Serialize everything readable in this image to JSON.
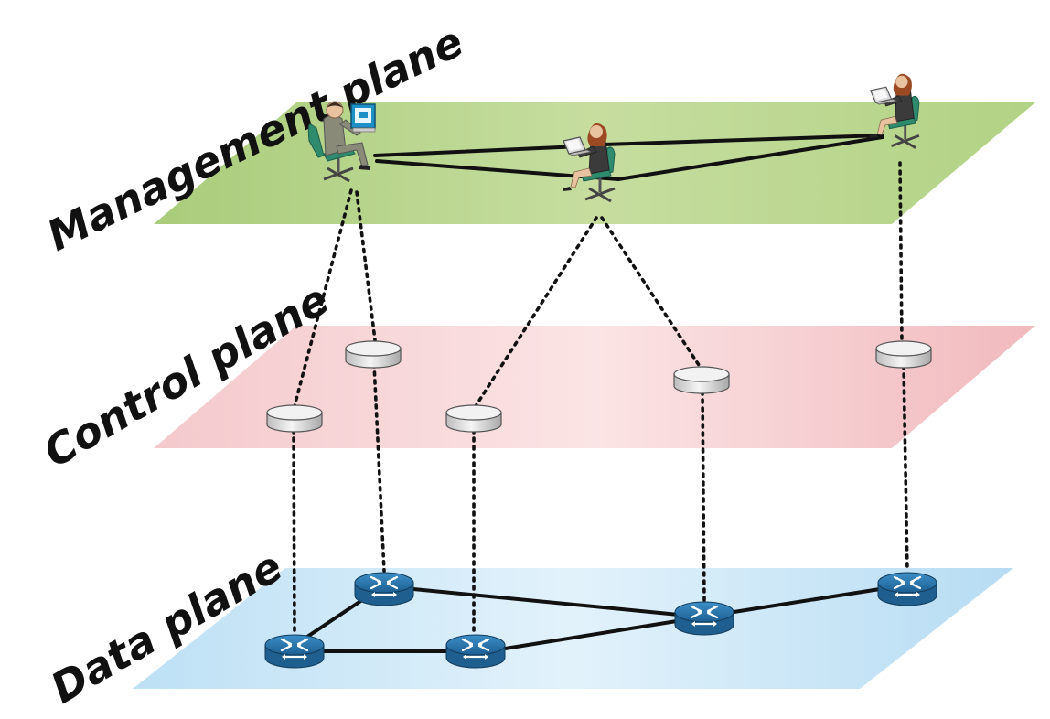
{
  "planes": {
    "management": {
      "label": "Management plane",
      "color": "#b9d48c"
    },
    "control": {
      "label": "Control plane",
      "color": "#f2c0c4"
    },
    "data": {
      "label": "Data plane",
      "color": "#c4e2f6"
    }
  },
  "node_types": {
    "operator": "person-at-laptop-icon",
    "controller": "controller-cylinder-icon",
    "switch": "router-switch-icon"
  },
  "colors": {
    "switch_fill": "#2b7bb4",
    "controller_fill": "#e6e6e6",
    "link": "#111111"
  }
}
